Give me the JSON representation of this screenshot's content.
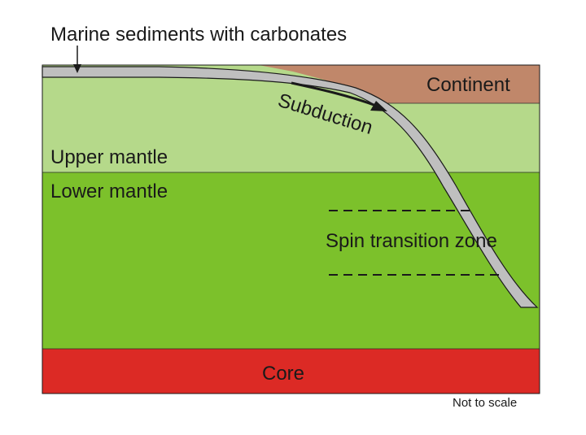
{
  "title": "Marine sediments with carbonates",
  "layers": {
    "continent": "Continent",
    "upper_mantle": "Upper mantle",
    "lower_mantle": "Lower mantle",
    "core": "Core"
  },
  "process_label": "Subduction",
  "zone_label": "Spin transition zone",
  "footnote": "Not to scale",
  "colors": {
    "continent": "#c0876a",
    "upper_mantle": "#b5d98a",
    "lower_mantle": "#7cc12b",
    "core": "#dc2a25",
    "slab_fill": "#bfbfbf",
    "outline": "#1a1a1a"
  }
}
